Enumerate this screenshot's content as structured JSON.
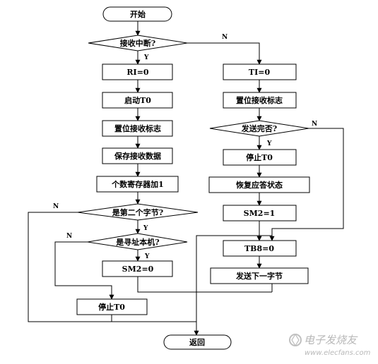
{
  "flowchart": {
    "start": "开始",
    "decisions": {
      "receive_interrupt": "接收中断?",
      "second_byte": "是第二个字节?",
      "is_address_machine": "是寻址本机?",
      "send_complete": "发送完否?"
    },
    "steps": {
      "ri_clear": "RI=0",
      "start_t0_a": "启动T0",
      "set_receive_flag_a": "置位接收标志",
      "save_data": "保存接收数据",
      "counter_inc": "个数寄存器加1",
      "sm2_0": "SM2=0",
      "stop_t0_a": "停止T0",
      "ti_clear": "TI=0",
      "set_receive_flag_b": "置位接收标志",
      "stop_t0_b": "停止T0",
      "restore_reply": "恢复应答状态",
      "sm2_1": "SM2=1",
      "tb8_0": "TB8=0",
      "send_next": "发送下一字节"
    },
    "end": "返回",
    "labels": {
      "yes": "Y",
      "no": "N"
    }
  },
  "watermark": {
    "text": "电子发烧友",
    "sub": "www.elecfans.com"
  }
}
